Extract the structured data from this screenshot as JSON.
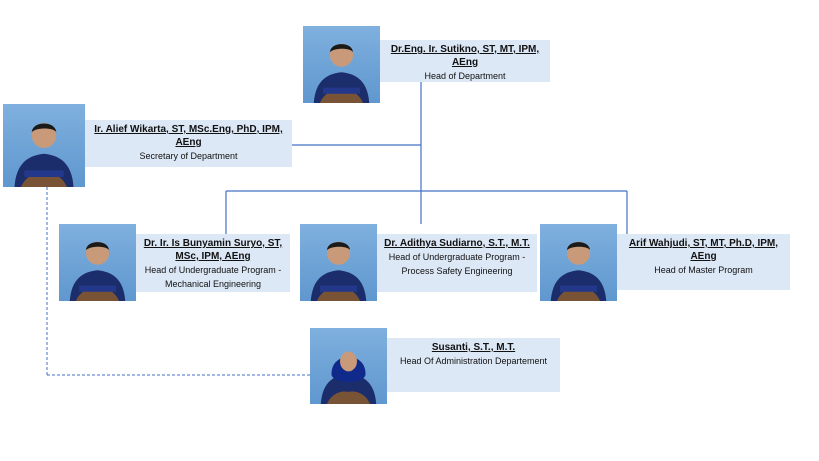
{
  "colors": {
    "connector": "#4472c4",
    "label_bg": "#dde8f6",
    "photo_bg": "#6fa3d6"
  },
  "nodes": {
    "head_of_department": {
      "name": "Dr.Eng. Ir. Sutikno, ST, MT, IPM, AEng",
      "role": "Head of Department",
      "photo": "person-photo-icon"
    },
    "secretary": {
      "name": "Ir. Alief Wikarta, ST, MSc.Eng, PhD, IPM, AEng",
      "role": "Secretary of Department",
      "photo": "person-photo-icon"
    },
    "head_ug_mechanical": {
      "name": "Dr. Ir. Is Bunyamin Suryo, ST, MSc, IPM, AEng",
      "role": "Head of Undergraduate Program - Mechanical Engineering",
      "photo": "person-photo-icon"
    },
    "head_ug_process_safety": {
      "name": "Dr. Adithya Sudiarno, S.T., M.T.",
      "role": "Head of Undergraduate Program - Process Safety Engineering",
      "photo": "person-photo-icon"
    },
    "head_master": {
      "name": "Arif Wahjudi, ST, MT, Ph.D, IPM, AEng",
      "role": "Head of Master Program",
      "photo": "person-photo-icon"
    },
    "head_administration": {
      "name": "Susanti, S.T., M.T.",
      "role": "Head Of Administration Departement",
      "photo": "person-photo-hijab-icon"
    }
  }
}
